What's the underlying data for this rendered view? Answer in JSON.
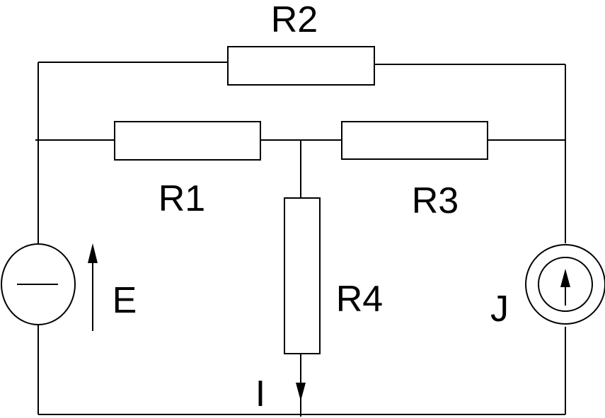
{
  "circuit": {
    "resistors": {
      "r1": "R1",
      "r2": "R2",
      "r3": "R3",
      "r4": "R4"
    },
    "voltage_source": "E",
    "current_source": "J",
    "branch_current": "I"
  }
}
